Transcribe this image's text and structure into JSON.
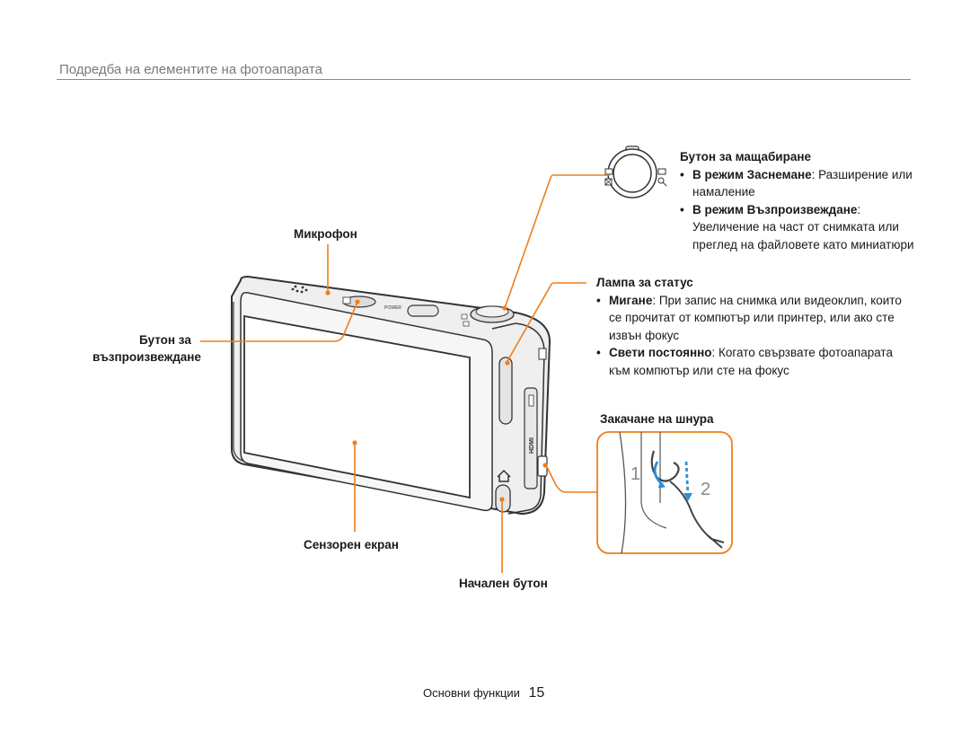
{
  "header": {
    "section_title": "Подредба на елементите на фотоапарата"
  },
  "labels": {
    "microphone": "Микрофон",
    "playback_button_line1": "Бутон за",
    "playback_button_line2": "възпроизвеждане",
    "touch_screen": "Сензорен екран",
    "home_button": "Начален бутон",
    "strap_attach": "Закачане на шнура"
  },
  "zoom": {
    "title": "Бутон за мащабиране",
    "b1_term": "В режим Заснемане",
    "b1_text_a": ": Разширение или",
    "b1_text_b": "намаление",
    "b2_term": "В режим Възпроизвеждане",
    "b2_text_a": ":",
    "b2_text_b": "Увеличение на част от снимката или",
    "b2_text_c": "преглед на файловете като миниатюри"
  },
  "status_lamp": {
    "title": "Лампа за статус",
    "b1_term": "Мигане",
    "b1_text_a": ": При запис на снимка или видеоклип, които",
    "b1_text_b": "се прочитат от компютър или принтер, или ако сте",
    "b1_text_c": "извън фокус",
    "b2_term": "Свети постоянно",
    "b2_text_a": ": Когато свързвате фотоапарата",
    "b2_text_b": "към компютър или сте на фокус"
  },
  "camera": {
    "power_label": "POWER",
    "hdmi_label": "HDMI"
  },
  "strap_steps": {
    "step1": "1",
    "step2": "2"
  },
  "footer": {
    "text": "Основни функции",
    "page": "15"
  },
  "colors": {
    "accent": "#f07d1a",
    "rule": "#8a8a8a",
    "body_fill": "#efefef",
    "outline": "#333333"
  }
}
